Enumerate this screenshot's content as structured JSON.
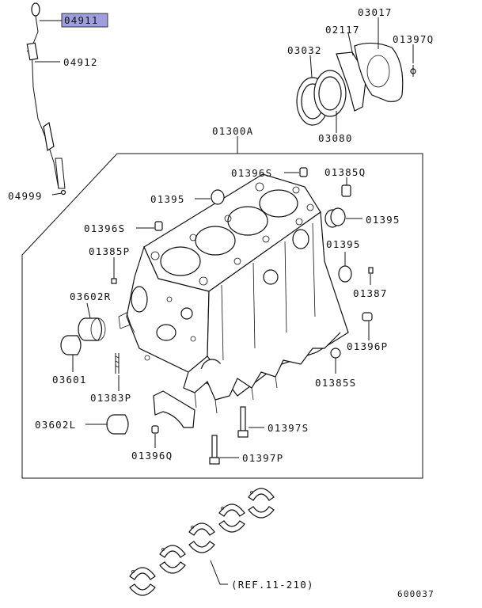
{
  "highlight_color": "#9f9fdf",
  "labels": {
    "p04911": "04911",
    "p04912": "04912",
    "p04999": "04999",
    "p03017": "03017",
    "p02117": "02117",
    "p03032": "03032",
    "p01397Q": "01397Q",
    "p03080": "03080",
    "p01300A": "01300A",
    "p01396S_a": "01396S",
    "p01385Q": "01385Q",
    "p01395_a": "01395",
    "p01395_b": "01395",
    "p01396S_b": "01396S",
    "p01385P": "01385P",
    "p01395_c": "01395",
    "p03602R": "03602R",
    "p01387": "01387",
    "p01396P": "01396P",
    "p03601": "03601",
    "p01385S": "01385S",
    "p01383P": "01383P",
    "p03602L": "03602L",
    "p01397S": "01397S",
    "p01396Q": "01396Q",
    "p01397P": "01397P",
    "ref": "(REF.11-210)",
    "figure_no": "600037"
  }
}
